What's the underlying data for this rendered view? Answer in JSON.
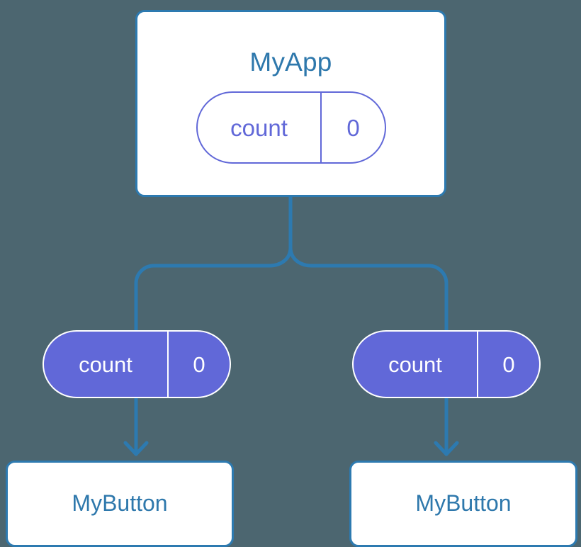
{
  "diagram": {
    "title_text": "MyApp",
    "background_color": "#4c6670",
    "accent_blue": "#2d7ab0",
    "accent_purple": "#6168d8",
    "parent": {
      "name": "MyApp",
      "state": {
        "key": "count",
        "value": "0"
      }
    },
    "connectors": {
      "trunk_label": "state-flows-down",
      "arrow_color": "#2d7ab0"
    },
    "children": [
      {
        "prop": {
          "key": "count",
          "value": "0"
        },
        "name": "MyButton"
      },
      {
        "prop": {
          "key": "count",
          "value": "0"
        },
        "name": "MyButton"
      }
    ]
  }
}
